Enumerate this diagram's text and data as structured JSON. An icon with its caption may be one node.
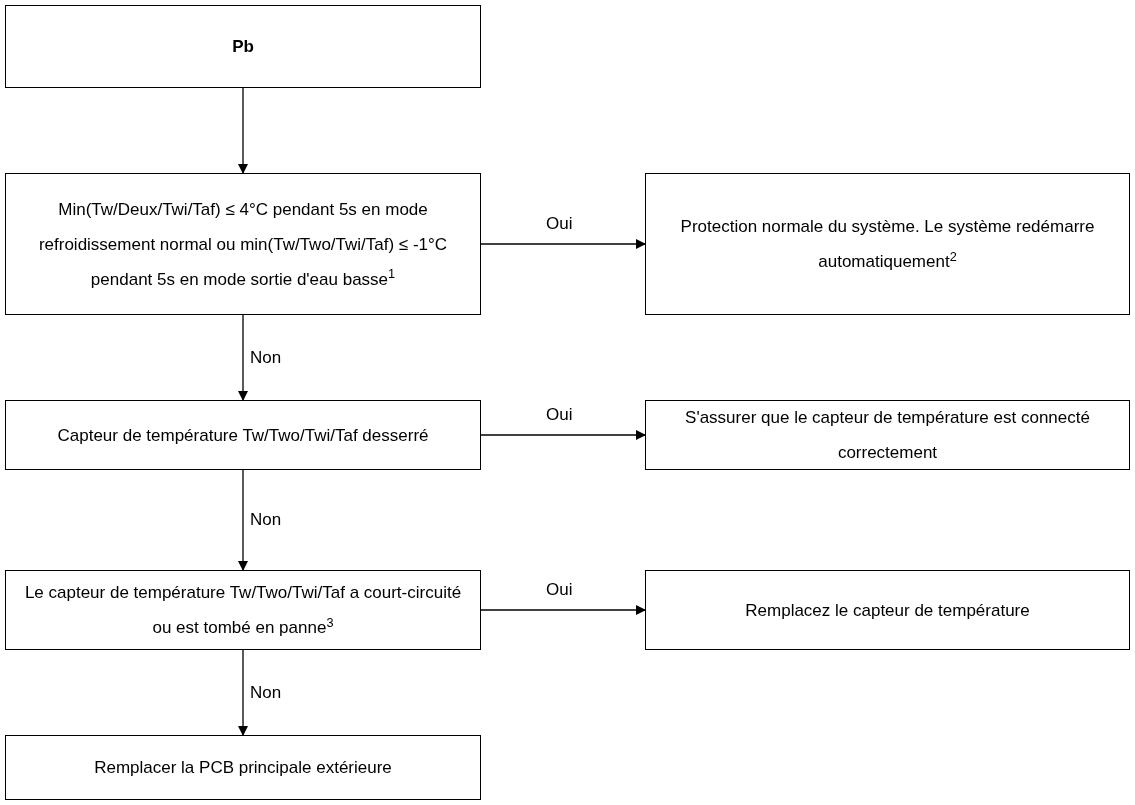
{
  "diagram": {
    "nodes": [
      {
        "text": [
          "Pb"
        ]
      },
      {
        "text": [
          "Min(Tw/Deux/Twi/Taf) ≤ 4°C pendant 5s en mode refroidissement normal ou min(Tw/Two/Twi/Taf) ≤ -1°C pendant 5s en mode sortie d'eau basse$^{1}$"
        ]
      },
      {
        "text": [
          "Protection normale du système. Le système redémarre automatiquement$^{2}$"
        ]
      },
      {
        "text": [
          "Capteur de température Tw/Two/Twi/Taf desserré"
        ]
      },
      {
        "text": [
          "S'assurer que le capteur de température est connecté correctement"
        ]
      },
      {
        "text": [
          "Le capteur de température Tw/Two/Twi/Taf a court-circuité ou est tombé en panne$^{3}$"
        ]
      },
      {
        "text": [
          "Remplacez le capteur de température"
        ]
      },
      {
        "text": [
          "Remplacer la PCB principale extérieure"
        ]
      }
    ],
    "edges": [
      {
        "from": 0,
        "to": 1,
        "arrow": "to"
      },
      {
        "from": 1,
        "to": 2,
        "arrow": "to",
        "label": "Oui"
      },
      {
        "from": 1,
        "to": 3,
        "arrow": "to",
        "label": "Non"
      },
      {
        "from": 3,
        "to": 4,
        "arrow": "to",
        "label": "Oui"
      },
      {
        "from": 3,
        "to": 5,
        "arrow": "to",
        "label": "Non"
      },
      {
        "from": 5,
        "to": 6,
        "arrow": "to",
        "label": "Oui"
      },
      {
        "from": 5,
        "to": 7,
        "arrow": "to",
        "label": "Non"
      }
    ]
  }
}
